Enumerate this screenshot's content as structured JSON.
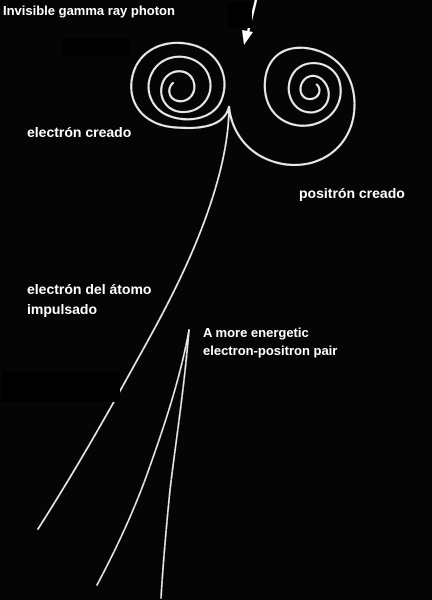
{
  "labels": {
    "gamma_photon": "Invisible gamma ray photon",
    "electron_created": "electrón creado",
    "positron_created": "positrón creado",
    "recoil_electron_line1": "electrón del átomo",
    "recoil_electron_line2": "impulsado",
    "energetic_pair_line1": "A more energetic",
    "energetic_pair_line2": "electron-positron pair"
  },
  "colors": {
    "background": "#050505",
    "track": "#e8e8e8",
    "text": "#ffffff"
  },
  "icons": {
    "photon_arrow": "arrow-down-icon"
  }
}
